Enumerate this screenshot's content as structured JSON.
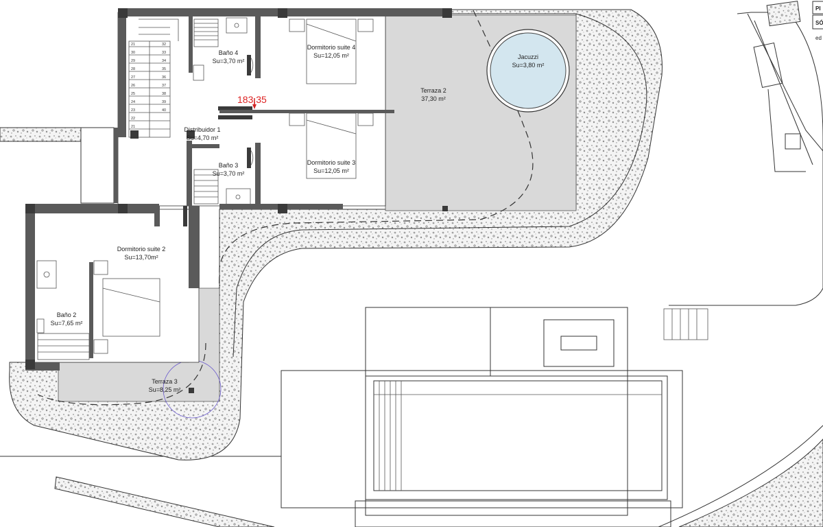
{
  "rooms": {
    "bano4": {
      "name": "Baño 4",
      "area": "Su=3,70 m²"
    },
    "suite4": {
      "name": "Dormitorio suite 4",
      "area": "Su=12,05 m²"
    },
    "jacuzzi": {
      "name": "Jacuzzi",
      "area": "Su=3,80 m²"
    },
    "terraza2": {
      "name": "Terraza 2",
      "area": "37,30 m²"
    },
    "distribuidor1": {
      "name": "Distribuidor 1",
      "area": "Su=4,70 m²"
    },
    "bano3": {
      "name": "Baño 3",
      "area": "Su=3,70 m²"
    },
    "suite3": {
      "name": "Dormitorio suite 3",
      "area": "Su=12,05 m²"
    },
    "suite2": {
      "name": "Dormitorio suite 2",
      "area": "Su=13,70m²"
    },
    "bano2": {
      "name": "Baño 2",
      "area": "Su=7,65 m²"
    },
    "terraza3": {
      "name": "Terraza 3",
      "area": "Su=8,25 m²"
    }
  },
  "marker": {
    "value": "183,35"
  },
  "stair_numbers": {
    "left": [
      "21",
      "30",
      "29",
      "28",
      "27",
      "26",
      "25",
      "24",
      "23",
      "22",
      "21"
    ],
    "right": [
      "32",
      "33",
      "34",
      "35",
      "36",
      "37",
      "38",
      "39",
      "40"
    ]
  },
  "legend": {
    "items": [
      "PI",
      "SÓ"
    ],
    "footer": "ed"
  },
  "colors": {
    "wall": "#5a5a5a",
    "terrace": "#d9d9d9",
    "marker": "#d22222",
    "jacuzzi": "#d3e6ef"
  }
}
